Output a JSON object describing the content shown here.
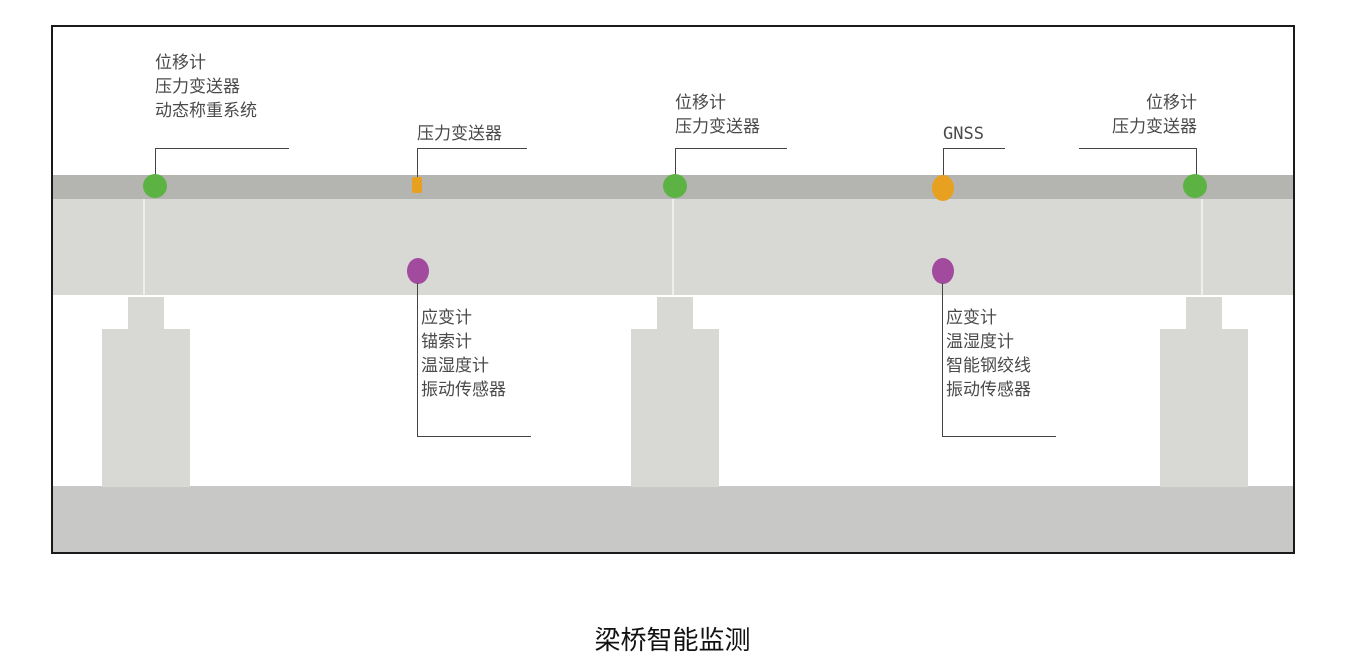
{
  "caption": "梁桥智能监测",
  "colors": {
    "displacement_sensor": "#5cb344",
    "gnss_pressure": "#e8a020",
    "strain_sensor": "#a24a9e",
    "deck_top": "#b4b5b1",
    "deck_body": "#d8d9d4",
    "ground": "#c8c9c7"
  },
  "labels_top": [
    {
      "lines": [
        "位移计",
        "压力变送器",
        "动态称重系统"
      ]
    },
    {
      "lines": [
        "压力变送器"
      ]
    },
    {
      "lines": [
        "位移计",
        "压力变送器"
      ]
    },
    {
      "lines": [
        "GNSS"
      ]
    },
    {
      "lines": [
        "位移计",
        "压力变送器"
      ]
    }
  ],
  "labels_bottom": [
    {
      "lines": [
        "应变计",
        "锚索计",
        "温湿度计",
        "振动传感器"
      ]
    },
    {
      "lines": [
        "应变计",
        "温湿度计",
        "智能钢绞线",
        "振动传感器"
      ]
    }
  ]
}
